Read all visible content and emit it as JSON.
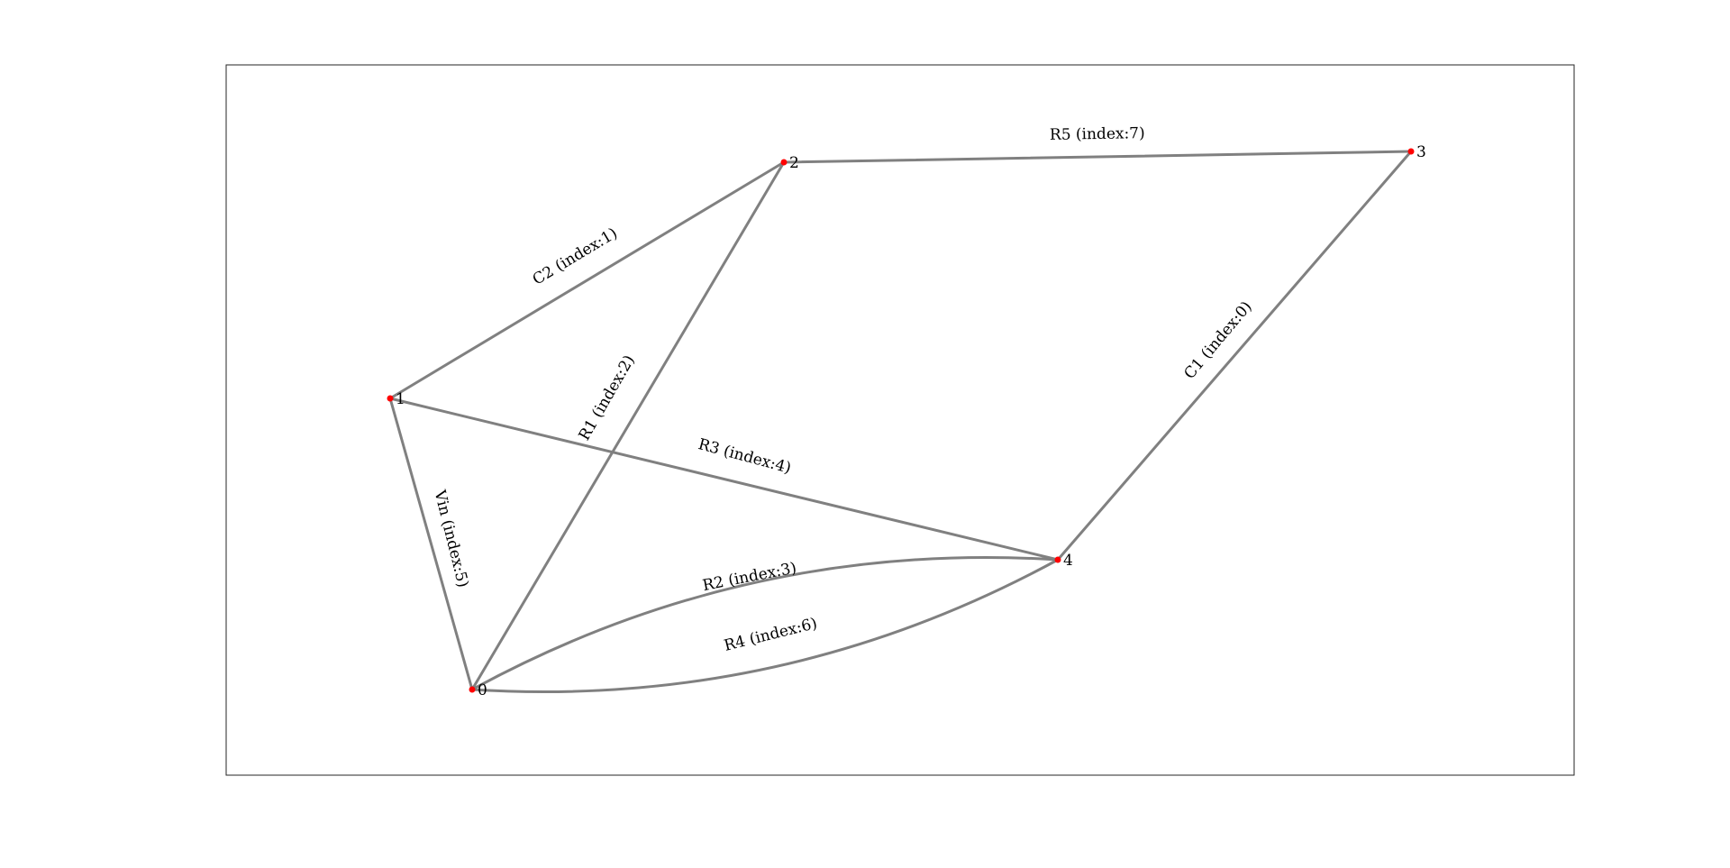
{
  "graph": {
    "nodes": [
      {
        "id": "0",
        "label": "0"
      },
      {
        "id": "1",
        "label": "1"
      },
      {
        "id": "2",
        "label": "2"
      },
      {
        "id": "3",
        "label": "3"
      },
      {
        "id": "4",
        "label": "4"
      }
    ],
    "edges": [
      {
        "source": "3",
        "target": "4",
        "label": "C1 (index:0)"
      },
      {
        "source": "1",
        "target": "2",
        "label": "C2 (index:1)"
      },
      {
        "source": "0",
        "target": "2",
        "label": "R1 (index:2)"
      },
      {
        "source": "0",
        "target": "4",
        "label": "R2 (index:3)"
      },
      {
        "source": "1",
        "target": "4",
        "label": "R3 (index:4)"
      },
      {
        "source": "1",
        "target": "0",
        "label": "Vin (index:5)"
      },
      {
        "source": "0",
        "target": "4",
        "label": "R4 (index:6)"
      },
      {
        "source": "2",
        "target": "3",
        "label": "R5 (index:7)"
      }
    ]
  },
  "colors": {
    "edge": "#808080",
    "node": "#ff0000",
    "frame": "#262626"
  }
}
